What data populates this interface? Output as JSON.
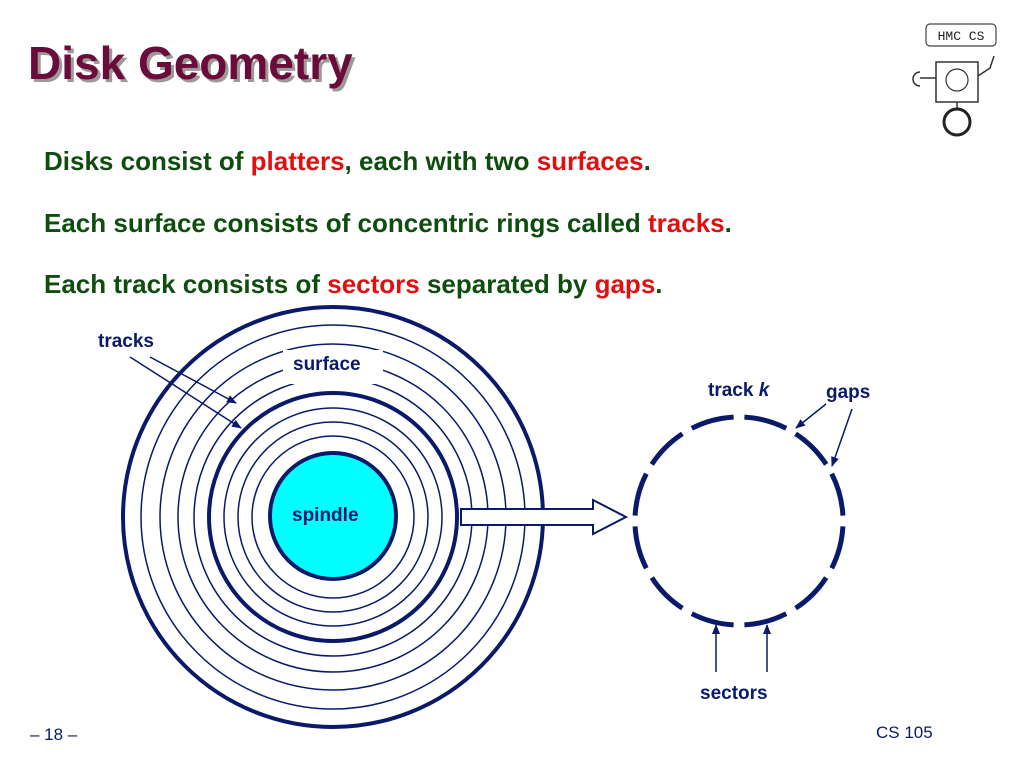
{
  "slide": {
    "title": "Disk Geometry",
    "bullets": [
      {
        "parts": [
          {
            "text": "Disks consist of ",
            "hl": false
          },
          {
            "text": "platters",
            "hl": true
          },
          {
            "text": ", each with two ",
            "hl": false
          },
          {
            "text": "surfaces",
            "hl": true
          },
          {
            "text": ".",
            "hl": false
          }
        ]
      },
      {
        "parts": [
          {
            "text": "Each surface consists of concentric rings called ",
            "hl": false
          },
          {
            "text": "tracks",
            "hl": true
          },
          {
            "text": ".",
            "hl": false
          }
        ]
      },
      {
        "parts": [
          {
            "text": "Each track consists of ",
            "hl": false
          },
          {
            "text": "sectors",
            "hl": true
          },
          {
            "text": " separated by ",
            "hl": false
          },
          {
            "text": "gaps",
            "hl": true
          },
          {
            "text": ".",
            "hl": false
          }
        ]
      }
    ]
  },
  "diagram": {
    "labels": {
      "tracks": "tracks",
      "surface": "surface",
      "spindle": "spindle",
      "track_k_prefix": "track ",
      "track_k_var": "k",
      "gaps": "gaps",
      "sectors": "sectors"
    }
  },
  "logo": {
    "text": "HMC CS"
  },
  "footer": {
    "page": "– 18 –",
    "course": "CS 105"
  },
  "colors": {
    "title": "#6b0b3a",
    "bullet": "#0e4d0e",
    "highlight": "#e01010",
    "rings": "#0a1a6b",
    "spindle": "#00ffff"
  }
}
